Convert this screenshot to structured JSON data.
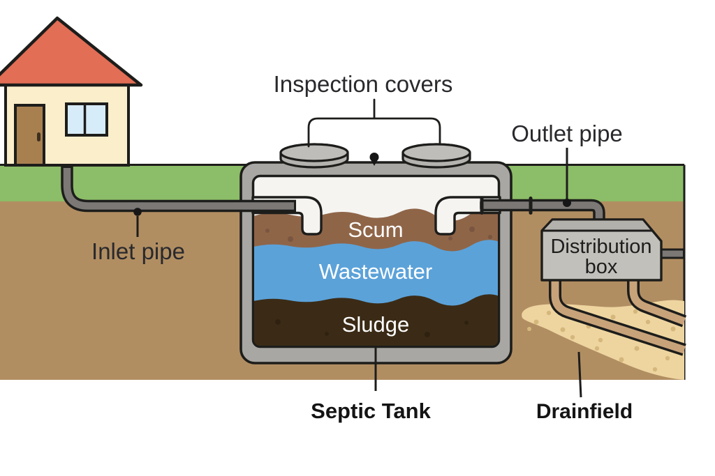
{
  "labels": {
    "inspection_covers": "Inspection covers",
    "outlet_pipe": "Outlet pipe",
    "inlet_pipe": "Inlet pipe",
    "distribution_box_line1": "Distribution",
    "distribution_box_line2": "box",
    "septic_tank": "Septic Tank",
    "drainfield": "Drainfield"
  },
  "tank_layers": {
    "scum": "Scum",
    "wastewater": "Wastewater",
    "sludge": "Sludge"
  },
  "colors": {
    "background": "#ffffff",
    "grass": "#8cbd68",
    "soil": "#b18e62",
    "outline": "#1d1d1b",
    "roof": "#e26e55",
    "house_wall": "#fbeecb",
    "door": "#a8804f",
    "window": "#d6ecf8",
    "tank_frame": "#a9a7a3",
    "tank_interior": "#f5f4f1",
    "pipe": "#7b7876",
    "scum": "#8f6548",
    "scum_dot": "#7a5540",
    "wastewater": "#5ba2d9",
    "sludge": "#3b2b16",
    "sludge_dot": "#2f2110",
    "cover": "#b5b3af",
    "cover_top": "#bfbdb9",
    "distribution_box": "#c2c0bb",
    "distribution_box_top": "#b3b1ac",
    "sand": "#eed5a0",
    "sand_dot": "#d5b77c",
    "drain_pipe": "#c8a37a"
  }
}
